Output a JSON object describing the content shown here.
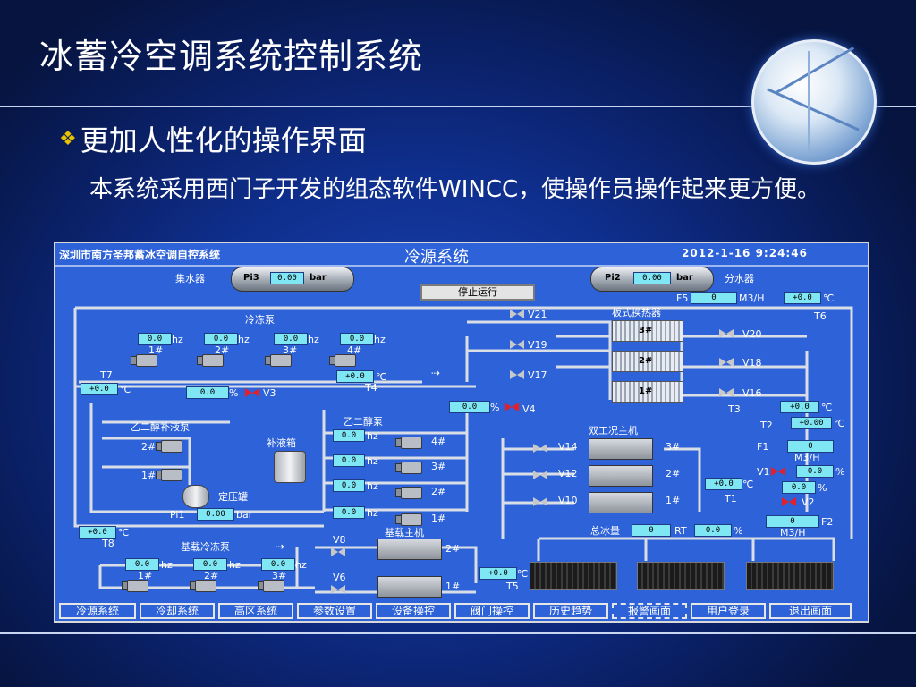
{
  "slide": {
    "title": "冰蓄冷空调系统控制系统",
    "bullet": "更加人性化的操作界面",
    "paragraph": "本系统采用西门子开发的组态软件WINCC，使操作员操作起来更方便。",
    "accent_color": "#e8c200"
  },
  "scada": {
    "company": "深圳市南方圣邦蓄冰空调自控系统",
    "title": "冷源系统",
    "datetime": "2012-1-16  9:24:46",
    "stop_button": "停止运行",
    "headers": {
      "collector": {
        "name": "集水器",
        "tag": "Pi3",
        "value": "0.00",
        "unit": "bar"
      },
      "distributor": {
        "name": "分水器",
        "tag": "Pi2",
        "value": "0.00",
        "unit": "bar"
      }
    },
    "f5": {
      "tag": "F5",
      "value": "0",
      "unit": "M3/H"
    },
    "t6": {
      "tag": "T6",
      "value": "+0.0",
      "unit": "℃"
    },
    "chilled_pumps": {
      "label": "冷冻泵",
      "items": [
        {
          "id": "1#",
          "value": "0.0",
          "unit": "hz"
        },
        {
          "id": "2#",
          "value": "0.0",
          "unit": "hz"
        },
        {
          "id": "3#",
          "value": "0.0",
          "unit": "hz"
        },
        {
          "id": "4#",
          "value": "0.0",
          "unit": "hz"
        }
      ]
    },
    "t7": {
      "tag": "T7",
      "value": "+0.0",
      "unit": "℃"
    },
    "t4": {
      "tag": "T4",
      "value": "+0.0",
      "unit": "℃"
    },
    "v3": {
      "tag": "V3",
      "value": "0.0",
      "unit": "%"
    },
    "v4": {
      "tag": "V4",
      "value": "0.0",
      "unit": "%"
    },
    "plate_hx": {
      "label": "板式换热器",
      "units": [
        "3#",
        "2#",
        "1#"
      ]
    },
    "valves_left": [
      "V21",
      "V19",
      "V17"
    ],
    "valves_right": [
      "V20",
      "V18",
      "V16"
    ],
    "t3": {
      "tag": "T3"
    },
    "glycol_makeup": {
      "label": "乙二醇补液泵",
      "pumps": [
        "2#",
        "1#"
      ],
      "tank_label": "补液箱",
      "pressure_tank": "定压罐",
      "pi1": {
        "tag": "Pi1",
        "value": "0.00",
        "unit": "bar"
      }
    },
    "glycol_pumps": {
      "label": "乙二醇泵",
      "items": [
        {
          "id": "4#",
          "value": "0.0",
          "unit": "hz"
        },
        {
          "id": "3#",
          "value": "0.0",
          "unit": "hz"
        },
        {
          "id": "2#",
          "value": "0.0",
          "unit": "hz"
        },
        {
          "id": "1#",
          "value": "0.0",
          "unit": "hz"
        }
      ]
    },
    "dual_chillers": {
      "label": "双工况主机",
      "valves": [
        "V14",
        "V12",
        "V10"
      ],
      "units": [
        "3#",
        "2#",
        "1#"
      ]
    },
    "t1": {
      "tag": "T1",
      "value": "+0.0",
      "unit": "℃"
    },
    "t2": {
      "tag": "T2",
      "value": "+0.00",
      "unit": "℃"
    },
    "f1": {
      "tag": "F1",
      "value": "0",
      "unit": "M3/H"
    },
    "v1": {
      "tag": "V1",
      "value": "0.0",
      "unit": "%"
    },
    "v2": {
      "tag": "V2",
      "value": "0.0",
      "unit": "%"
    },
    "f2": {
      "tag": "F2",
      "value": "0",
      "unit": "M3/H"
    },
    "ice_total": {
      "label": "总冰量",
      "value": "0",
      "unit": "RT",
      "percent": "0.0",
      "percent_unit": "%"
    },
    "t8": {
      "tag": "T8",
      "value": "+0.0",
      "unit": "℃"
    },
    "base_pumps": {
      "label": "基载冷冻泵",
      "items": [
        {
          "id": "1#",
          "value": "0.0",
          "unit": "hz"
        },
        {
          "id": "2#",
          "value": "0.0",
          "unit": "hz"
        },
        {
          "id": "3#",
          "value": "0.0",
          "unit": "hz"
        }
      ]
    },
    "base_chillers": {
      "label": "基载主机",
      "valves": [
        "V8",
        "V6"
      ],
      "units": [
        "2#",
        "1#"
      ]
    },
    "t5": {
      "tag": "T5",
      "value": "+0.0",
      "unit": "℃"
    },
    "nav": [
      "冷源系统",
      "冷却系统",
      "高区系统",
      "参数设置",
      "设备操控",
      "阀门操控",
      "历史趋势",
      "报警画面",
      "用户登录",
      "退出画面"
    ]
  }
}
